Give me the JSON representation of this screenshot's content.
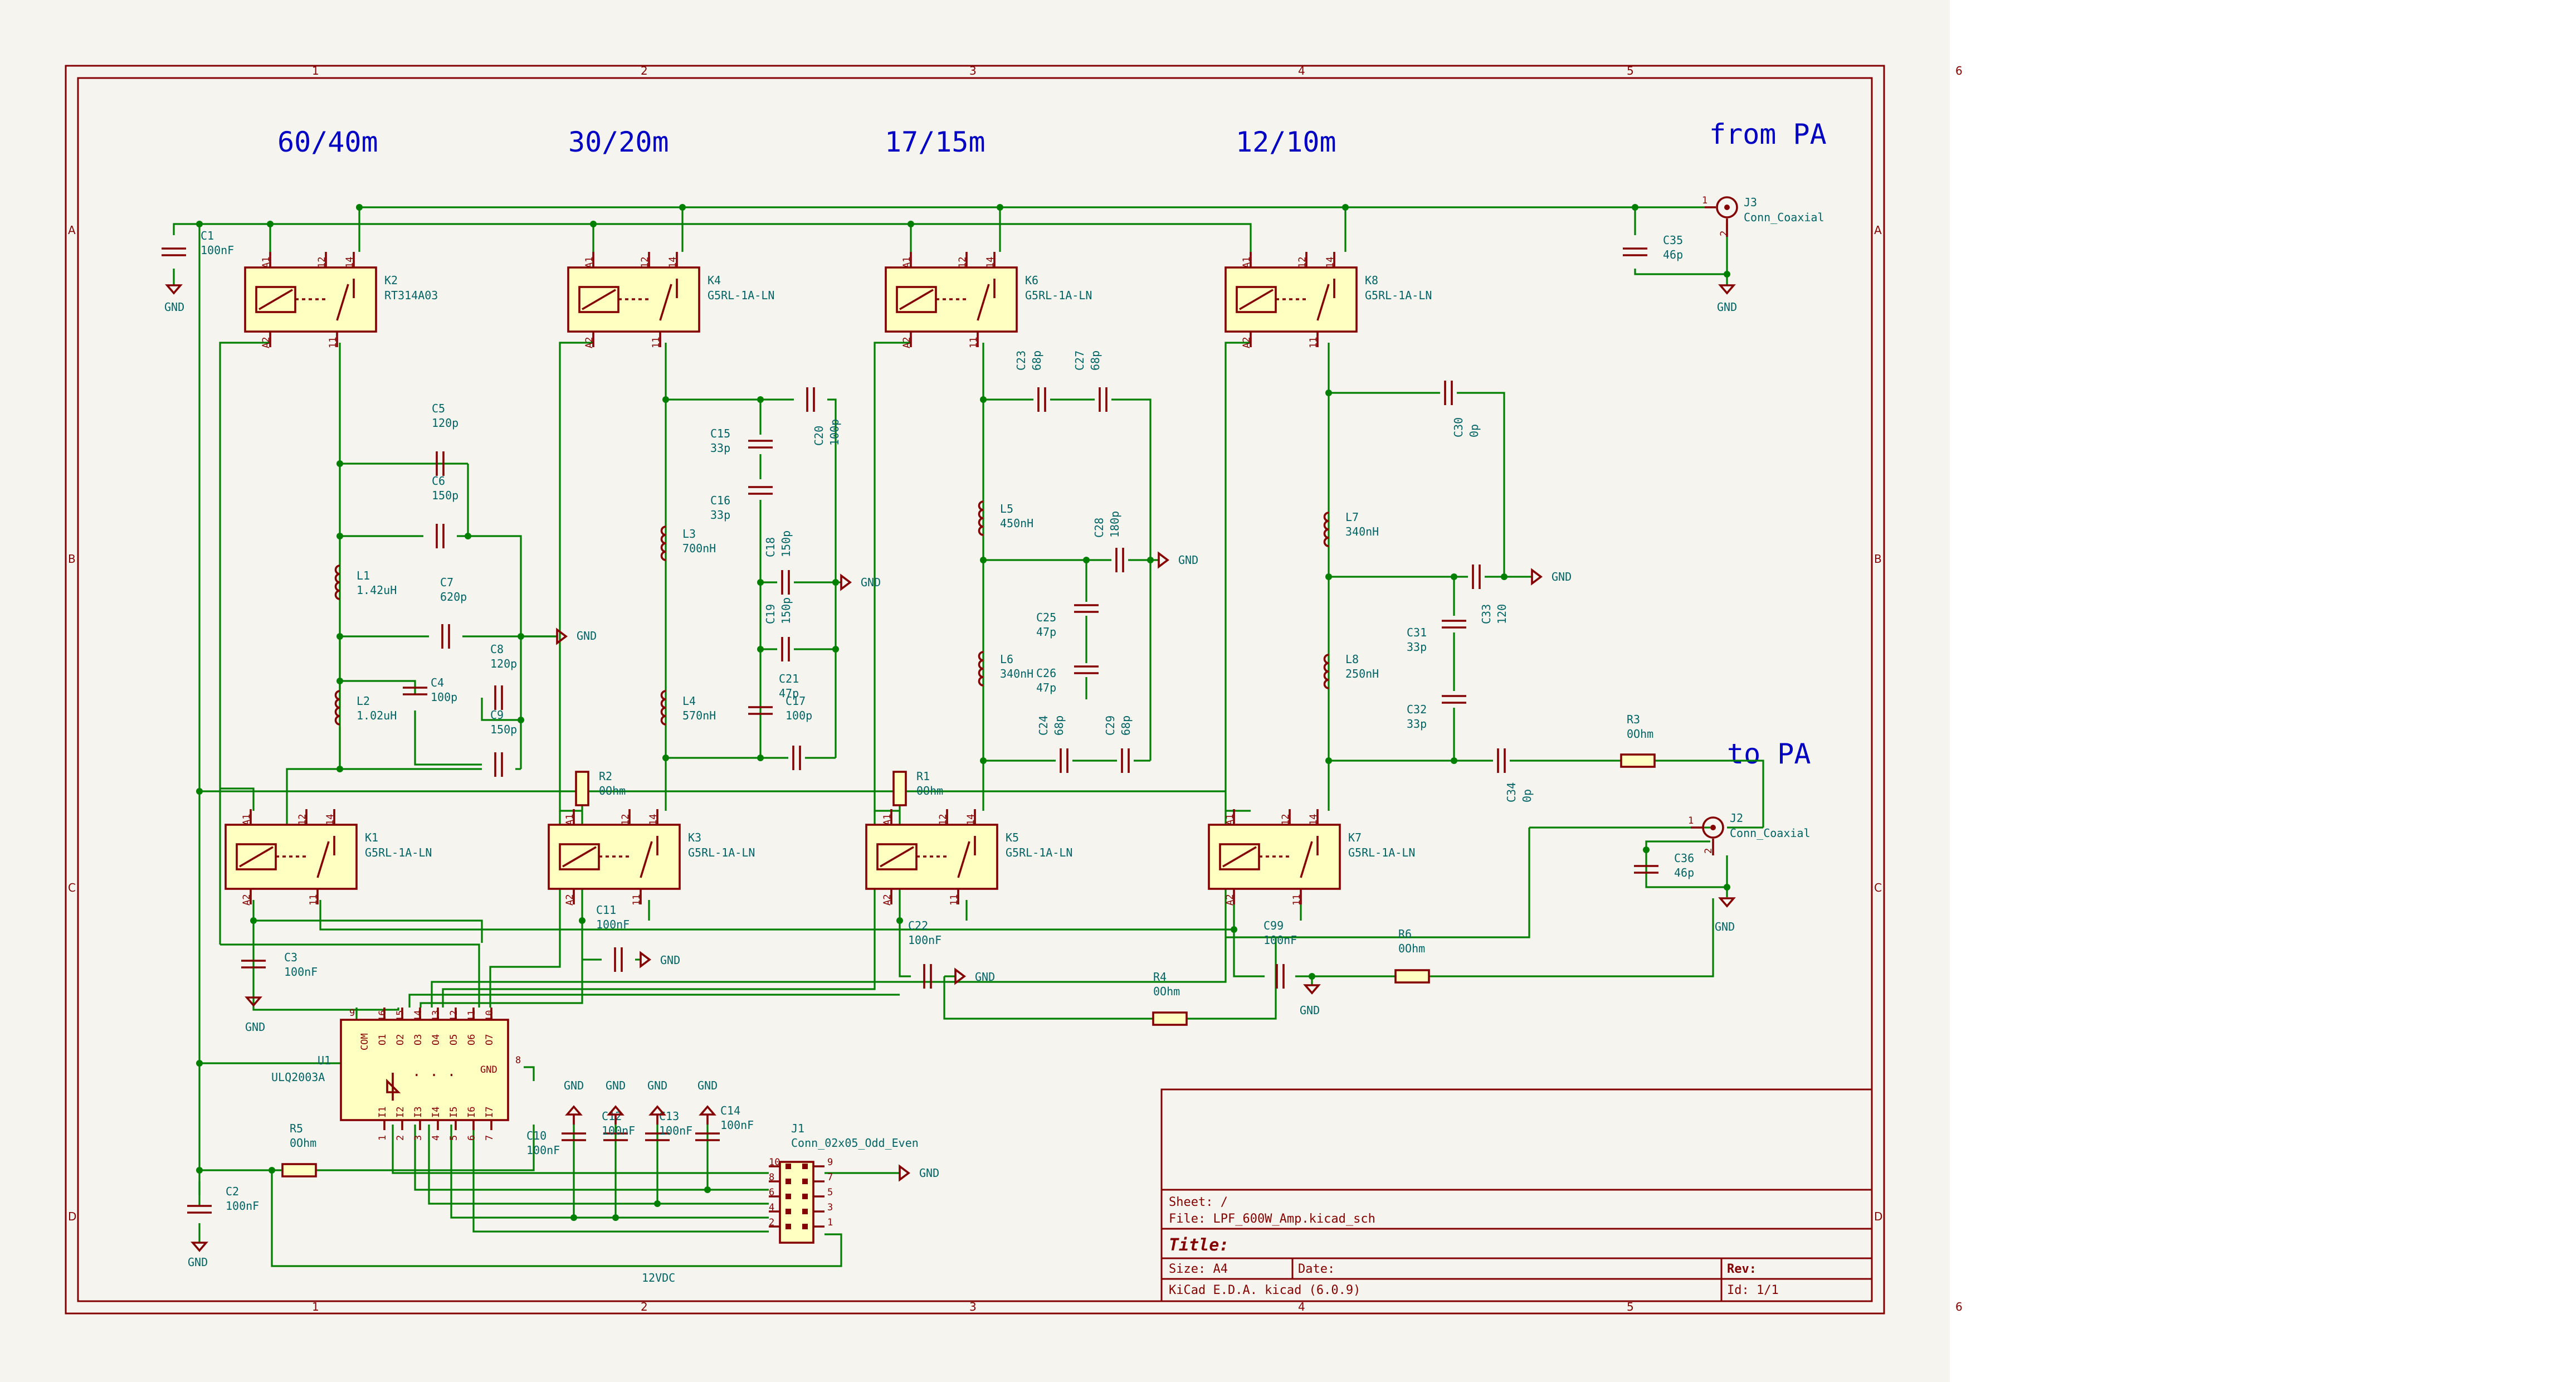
{
  "bands": [
    "60/40m",
    "30/20m",
    "17/15m",
    "12/10m"
  ],
  "ports": {
    "from_pa": "from PA",
    "to_pa": "to PA"
  },
  "connectors": {
    "J3": {
      "ref": "J3",
      "value": "Conn_Coaxial"
    },
    "J2": {
      "ref": "J2",
      "value": "Conn_Coaxial"
    },
    "J1": {
      "ref": "J1",
      "value": "Conn_02x05_Odd_Even"
    }
  },
  "relays": {
    "K2": {
      "ref": "K2",
      "value": "RT314A03"
    },
    "K4": {
      "ref": "K4",
      "value": "G5RL-1A-LN"
    },
    "K6": {
      "ref": "K6",
      "value": "G5RL-1A-LN"
    },
    "K8": {
      "ref": "K8",
      "value": "G5RL-1A-LN"
    },
    "K1": {
      "ref": "K1",
      "value": "G5RL-1A-LN"
    },
    "K3": {
      "ref": "K3",
      "value": "G5RL-1A-LN"
    },
    "K5": {
      "ref": "K5",
      "value": "G5RL-1A-LN"
    },
    "K7": {
      "ref": "K7",
      "value": "G5RL-1A-LN"
    }
  },
  "inductors": {
    "L1": {
      "ref": "L1",
      "value": "1.42uH"
    },
    "L2": {
      "ref": "L2",
      "value": "1.02uH"
    },
    "L3": {
      "ref": "L3",
      "value": "700nH"
    },
    "L4": {
      "ref": "L4",
      "value": "570nH"
    },
    "L5": {
      "ref": "L5",
      "value": "450nH"
    },
    "L6": {
      "ref": "L6",
      "value": "340nH"
    },
    "L7": {
      "ref": "L7",
      "value": "340nH"
    },
    "L8": {
      "ref": "L8",
      "value": "250nH"
    }
  },
  "capacitors": {
    "C1": {
      "ref": "C1",
      "value": "100nF"
    },
    "C2": {
      "ref": "C2",
      "value": "100nF"
    },
    "C3": {
      "ref": "C3",
      "value": "100nF"
    },
    "C4": {
      "ref": "C4",
      "value": "100p"
    },
    "C5": {
      "ref": "C5",
      "value": "120p"
    },
    "C6": {
      "ref": "C6",
      "value": "150p"
    },
    "C7": {
      "ref": "C7",
      "value": "620p"
    },
    "C8": {
      "ref": "C8",
      "value": "120p"
    },
    "C9": {
      "ref": "C9",
      "value": "150p"
    },
    "C10": {
      "ref": "C10",
      "value": "100nF"
    },
    "C11": {
      "ref": "C11",
      "value": "100nF"
    },
    "C12": {
      "ref": "C12",
      "value": "100nF"
    },
    "C13": {
      "ref": "C13",
      "value": "100nF"
    },
    "C14": {
      "ref": "C14",
      "value": "100nF"
    },
    "C15": {
      "ref": "C15",
      "value": "33p"
    },
    "C16": {
      "ref": "C16",
      "value": "33p"
    },
    "C17": {
      "ref": "C17",
      "value": "100p"
    },
    "C18": {
      "ref": "C18",
      "value": "150p"
    },
    "C19": {
      "ref": "C19",
      "value": "150p"
    },
    "C20": {
      "ref": "C20",
      "value": "100p"
    },
    "C21": {
      "ref": "C21",
      "value": "47p"
    },
    "C22": {
      "ref": "C22",
      "value": "100nF"
    },
    "C23": {
      "ref": "C23",
      "value": "68p"
    },
    "C24": {
      "ref": "C24",
      "value": "68p"
    },
    "C25": {
      "ref": "C25",
      "value": "47p"
    },
    "C26": {
      "ref": "C26",
      "value": "47p"
    },
    "C27": {
      "ref": "C27",
      "value": "68p"
    },
    "C28": {
      "ref": "C28",
      "value": "180p"
    },
    "C29": {
      "ref": "C29",
      "value": "68p"
    },
    "C30": {
      "ref": "C30",
      "value": "0p"
    },
    "C31": {
      "ref": "C31",
      "value": "33p"
    },
    "C32": {
      "ref": "C32",
      "value": "33p"
    },
    "C33": {
      "ref": "C33",
      "value": "120"
    },
    "C34": {
      "ref": "C34",
      "value": "0p"
    },
    "C35": {
      "ref": "C35",
      "value": "46p"
    },
    "C36": {
      "ref": "C36",
      "value": "46p"
    },
    "C99": {
      "ref": "C99",
      "value": "100nF"
    }
  },
  "resistors": {
    "R1": {
      "ref": "R1",
      "value": "0Ohm"
    },
    "R2": {
      "ref": "R2",
      "value": "0Ohm"
    },
    "R3": {
      "ref": "R3",
      "value": "0Ohm"
    },
    "R4": {
      "ref": "R4",
      "value": "0Ohm"
    },
    "R5": {
      "ref": "R5",
      "value": "0Ohm"
    },
    "R6": {
      "ref": "R6",
      "value": "0Ohm"
    }
  },
  "driver": {
    "ref": "U1",
    "value": "ULQ2003A",
    "com": "COM",
    "gnd": "GND",
    "dots": "· · ·"
  },
  "gnd_label": "GND",
  "supply_label": "12VDC",
  "relay_pins": {
    "a1": "A1",
    "a2": "A2",
    "p12": "12",
    "p14": "14",
    "p11": "11"
  },
  "j1_pins": [
    "10",
    "9",
    "8",
    "7",
    "6",
    "5",
    "4",
    "3",
    "2",
    "1"
  ],
  "u1_pins_top": [
    "16",
    "15",
    "14",
    "13",
    "12",
    "11",
    "10"
  ],
  "u1_outputs": [
    "O1",
    "O2",
    "O3",
    "O4",
    "O5",
    "O6",
    "O7"
  ],
  "u1_pins_bottom": [
    "1",
    "2",
    "3",
    "4",
    "5",
    "6",
    "7"
  ],
  "u1_inputs": [
    "I1",
    "I2",
    "I3",
    "I4",
    "I5",
    "I6",
    "I7"
  ],
  "u1_pin9": "9",
  "u1_pin8": "8",
  "coax_pins": {
    "p1": "1",
    "p2": "2"
  },
  "grid_cols": [
    "1",
    "2",
    "3",
    "4",
    "5",
    "6"
  ],
  "grid_rows": [
    "A",
    "B",
    "C",
    "D"
  ],
  "title_block": {
    "sheet": "Sheet: /",
    "file": "File: LPF_600W_Amp.kicad_sch",
    "title": "Title:",
    "size_label": "Size: A4",
    "date_label": "Date:",
    "rev_label": "Rev:",
    "tool": "KiCad E.D.A.  kicad (6.0.9)",
    "id": "Id: 1/1"
  }
}
